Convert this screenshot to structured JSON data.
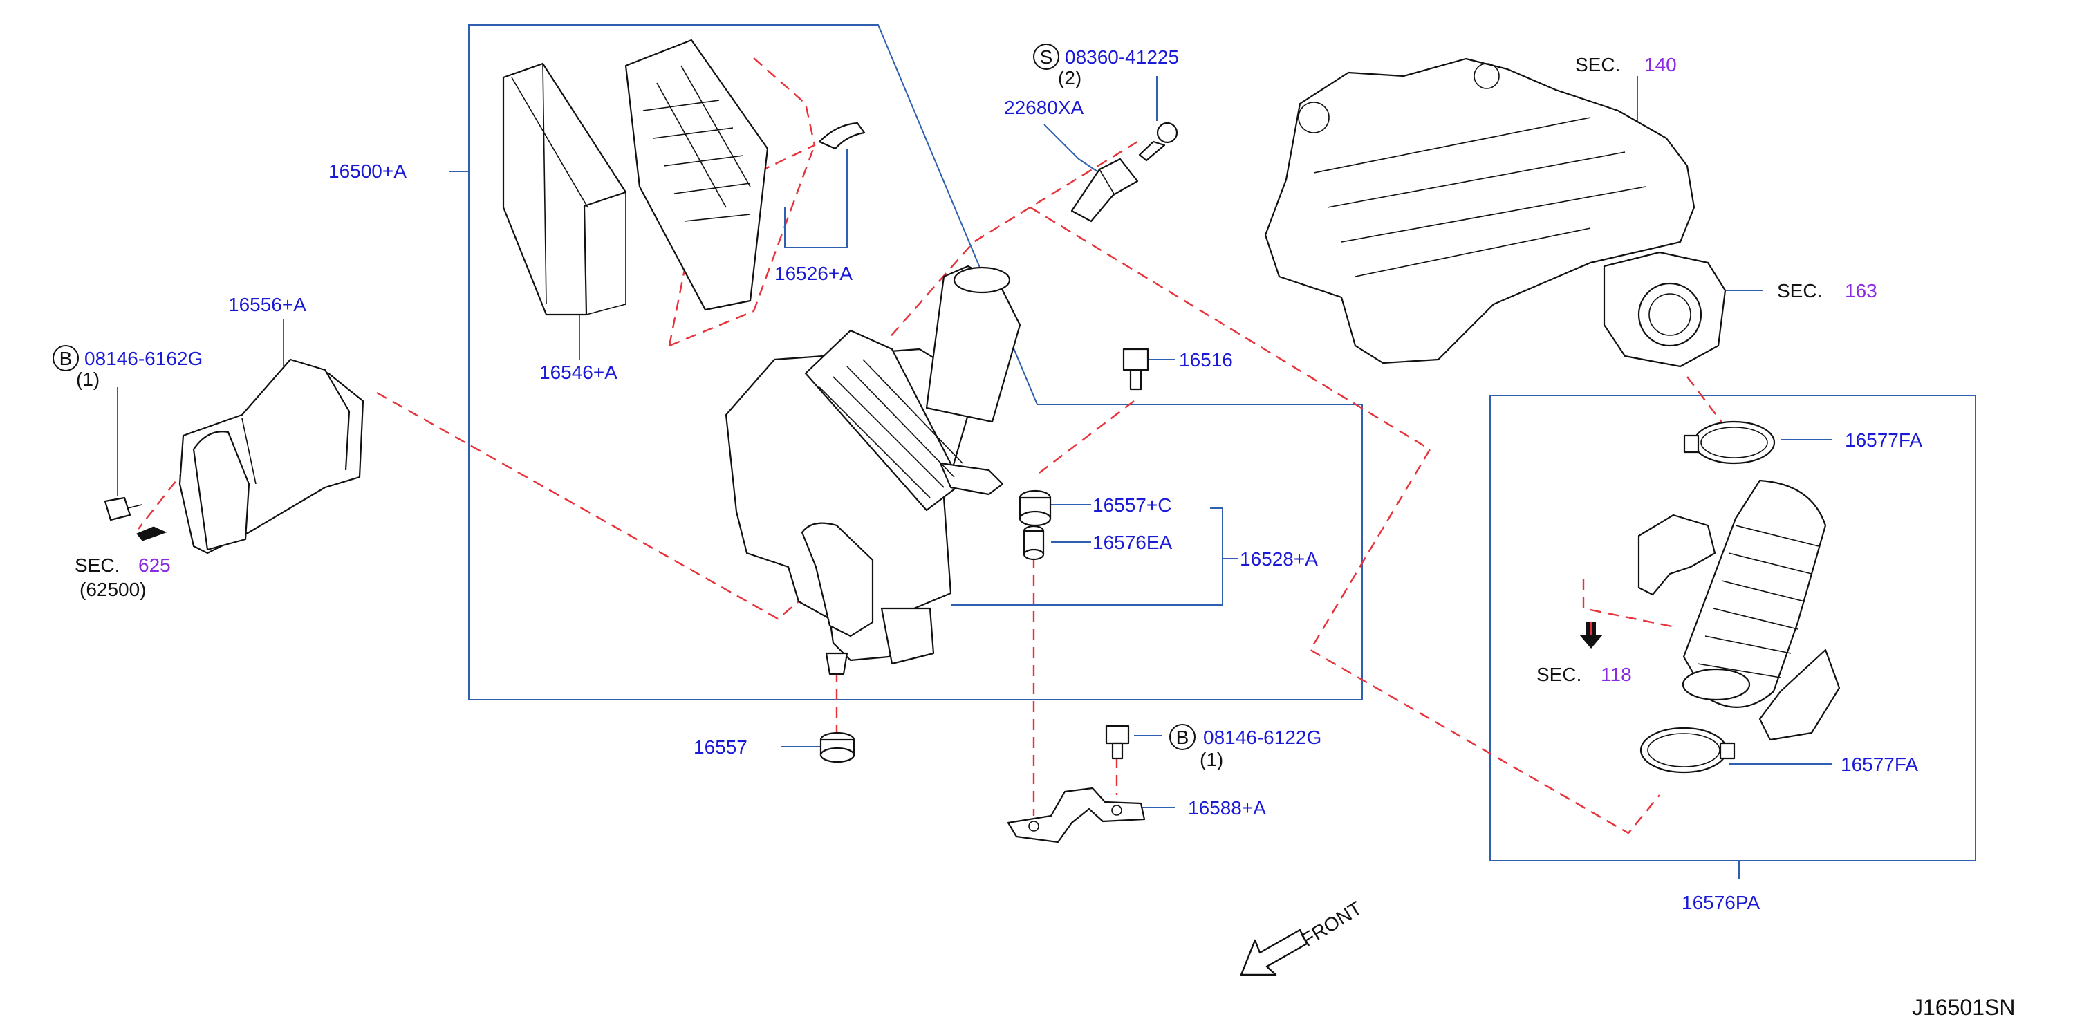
{
  "labels": {
    "p16500A": "16500+A",
    "p16546A": "16546+A",
    "p16526A": "16526+A",
    "p22680XA": "22680XA",
    "s_code": "08360-41225",
    "s_qty": "(2)",
    "s_letter": "S",
    "p16516": "16516",
    "p16557C": "16557+C",
    "p16576EA": "16576EA",
    "p16528A": "16528+A",
    "p16556A": "16556+A",
    "b1_letter": "B",
    "b1_code": "08146-6162G",
    "b1_qty": "(1)",
    "sec625_word": "SEC.",
    "sec625_num": "625",
    "sec625_sub": "(62500)",
    "p16557": "16557",
    "b2_letter": "B",
    "b2_code": "08146-6122G",
    "b2_qty": "(1)",
    "p16588A": "16588+A",
    "sec140_word": "SEC.",
    "sec140_num": "140",
    "sec163_word": "SEC.",
    "sec163_num": "163",
    "p16577FA_top": "16577FA",
    "sec118_word": "SEC.",
    "sec118_num": "118",
    "p16577FA_bot": "16577FA",
    "p16576PA": "16576PA",
    "front": "FRONT",
    "diagram_id": "J16501SN"
  },
  "colors": {
    "part_number": "#1a1ad6",
    "section_number": "#8a2be2",
    "text": "#111111",
    "leader_lines": "#2f5fb0",
    "dashed_guides": "#e8323a"
  },
  "icons": [
    "front-arrow-icon",
    "section-arrow-icon"
  ]
}
